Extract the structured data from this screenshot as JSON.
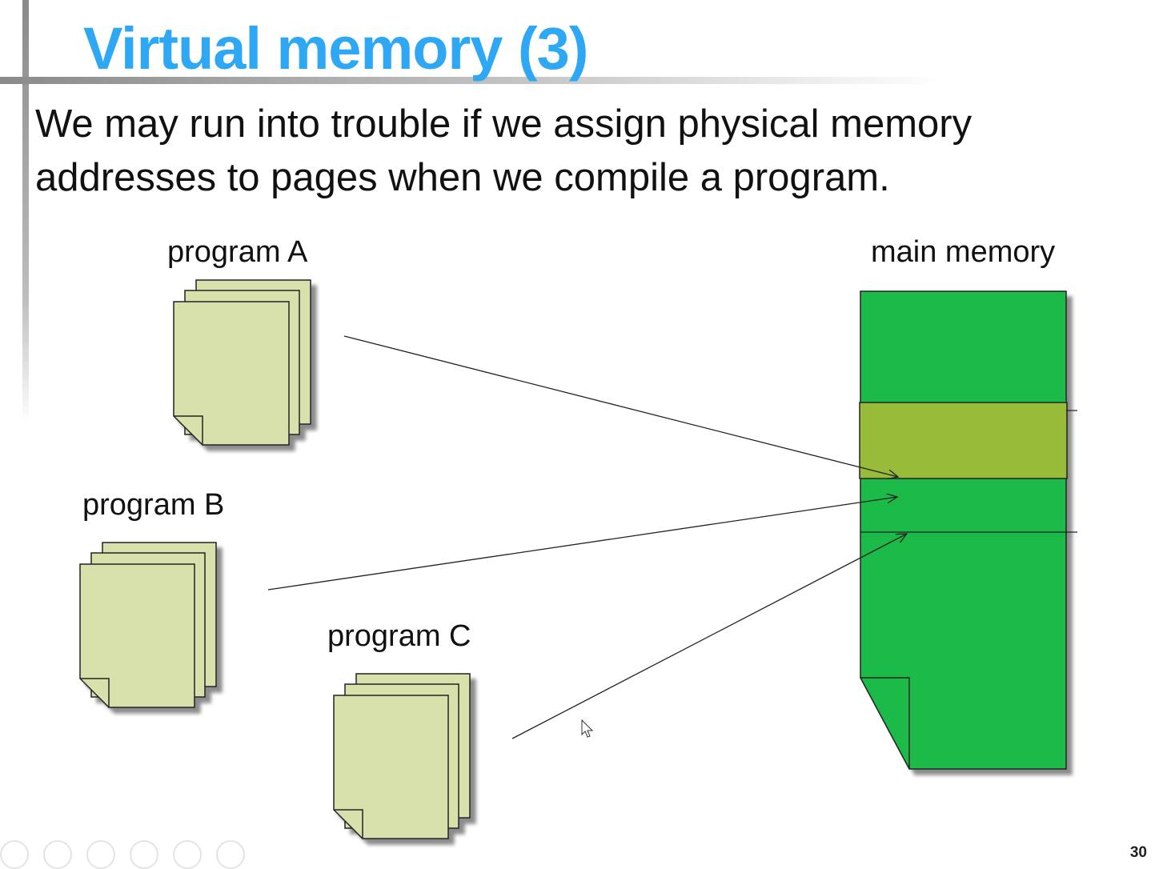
{
  "slide": {
    "title": "Virtual memory (3)",
    "body_lines": [
      "We may run into trouble if we assign physical memory",
      "addresses to pages when we compile a program."
    ],
    "page_number": "30"
  },
  "diagram": {
    "programs": [
      {
        "label": "program A"
      },
      {
        "label": "program B"
      },
      {
        "label": "program C"
      }
    ],
    "memory": {
      "label": "main memory"
    }
  },
  "colors": {
    "title": "#2ea7f4",
    "page_fill": "#d8e0ab",
    "memory_fill": "#1dbb48",
    "highlight_fill": "#99bb3a"
  },
  "icons": {
    "nav": [
      "previous-icon",
      "next-icon",
      "pen-icon",
      "slides-icon",
      "zoom-icon",
      "more-icon"
    ]
  }
}
